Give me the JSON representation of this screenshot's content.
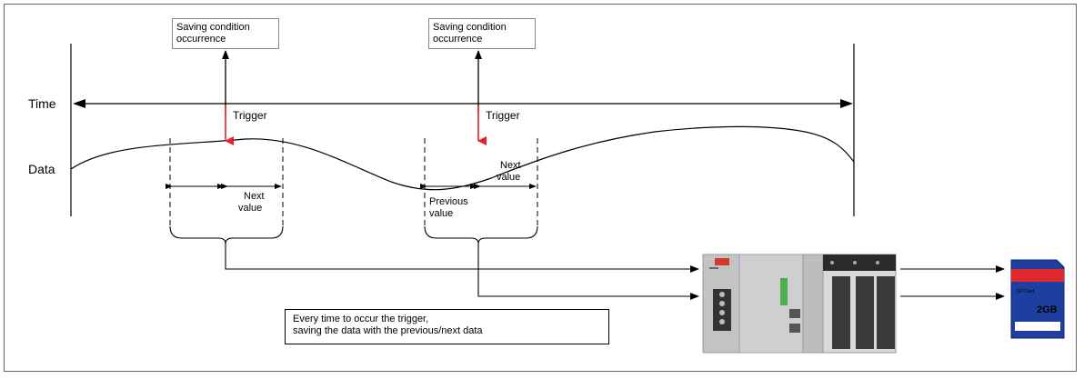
{
  "labels": {
    "time": "Time",
    "data": "Data",
    "saving_condition_1": [
      "Saving condition",
      "occurrence"
    ],
    "saving_condition_2": [
      "Saving condition",
      "occurrence"
    ],
    "trigger_1": "Trigger",
    "trigger_2": "Trigger",
    "next_value_1": [
      "Next",
      "value"
    ],
    "previous_value_2": [
      "Previous",
      "value"
    ],
    "next_value_2": [
      "Next",
      "value"
    ]
  },
  "note": {
    "line1": "Every time to occur the trigger,",
    "line2": "saving the data with the previous/next data"
  },
  "sd_card": {
    "brand": "SD Card",
    "capacity": "2GB"
  },
  "colors": {
    "trigger_arrow": "#e8202a",
    "line": "#000000",
    "plc_body": "#c9c9c9",
    "plc_accent": "#d23a2a",
    "sd_card_blue": "#1f3fa0",
    "sd_card_red": "#e0282e"
  }
}
